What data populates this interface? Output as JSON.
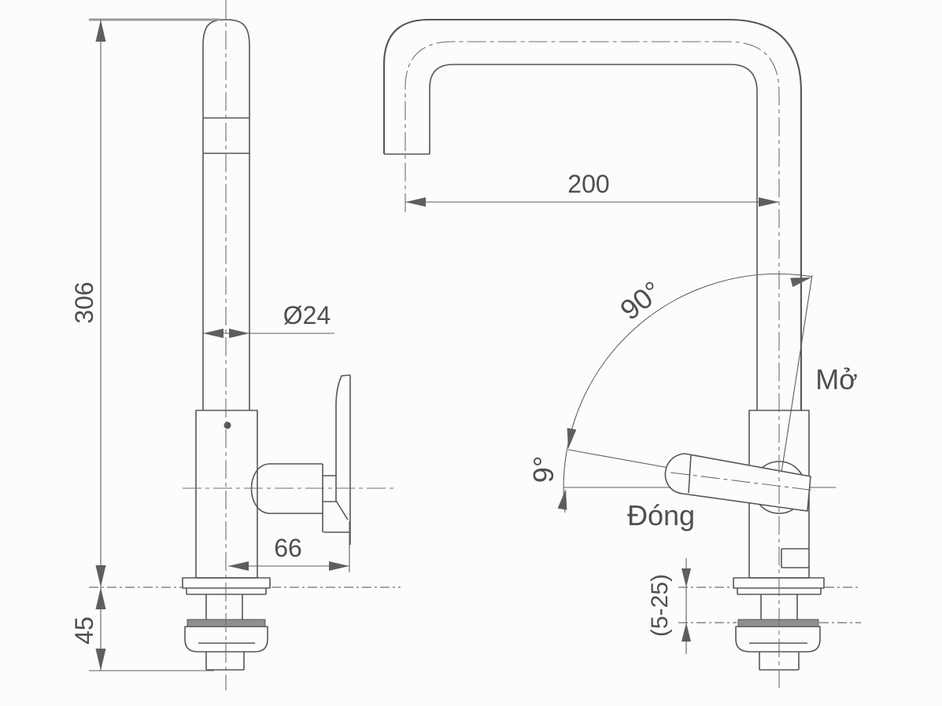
{
  "drawing": {
    "title": "faucet-technical-drawing",
    "dimensions": {
      "height": "306",
      "base_height": "45",
      "spout_diameter": "Ø24",
      "handle_reach": "66",
      "spout_reach": "200",
      "open_travel_angle": "90°",
      "close_angle": "9°",
      "deck_thickness": "(5-25)"
    },
    "labels": {
      "open": "Mở",
      "close": "Đóng"
    },
    "colors": {
      "line": "#565656",
      "thin": "#5e5e5e",
      "center": "#6f6f6f",
      "ext": "#9a9a9a",
      "text": "#4f4f4f",
      "bg": "#fcfcfc",
      "washer": "#8f8f8f"
    }
  }
}
